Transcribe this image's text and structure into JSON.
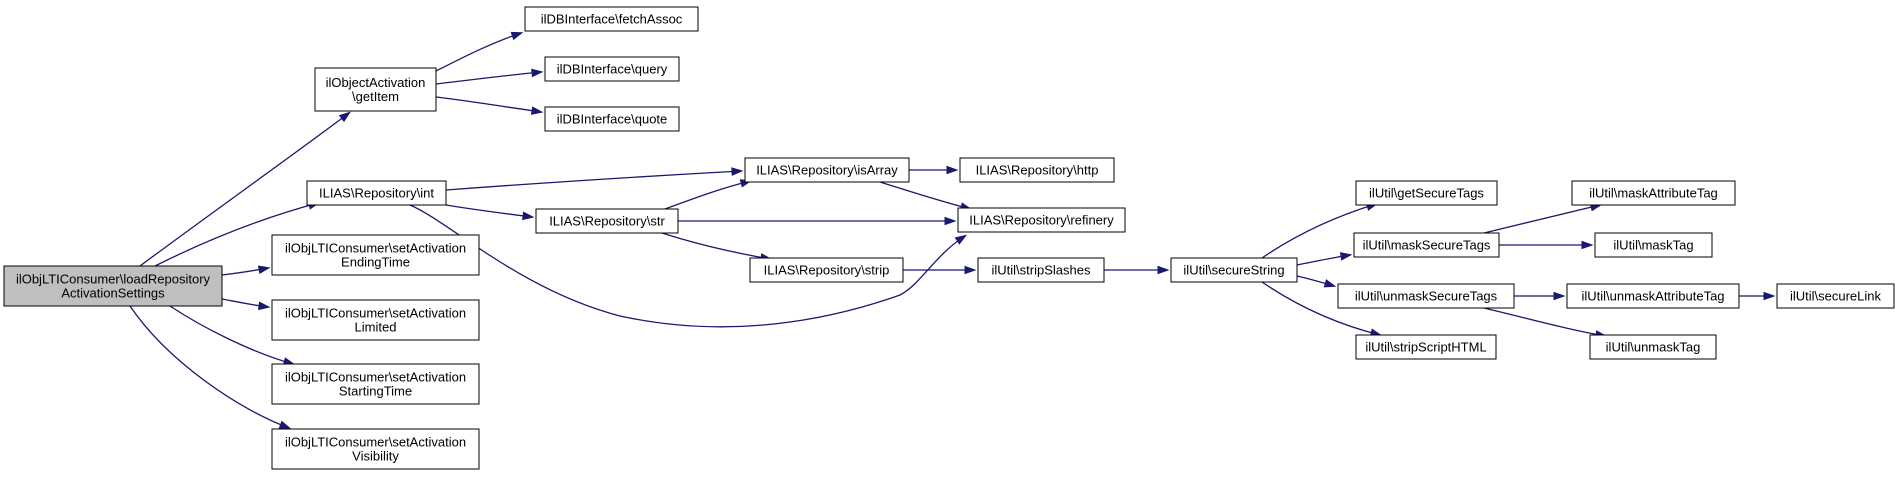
{
  "colors": {
    "edge": "#191970",
    "root_fill": "#bfbfbf",
    "node_fill": "#ffffff",
    "node_border": "#000000"
  },
  "nodes": [
    {
      "id": "root",
      "lines": [
        "ilObjLTIConsumer\\loadRepository",
        "ActivationSettings"
      ]
    },
    {
      "id": "getItem",
      "lines": [
        "ilObjectActivation",
        "\\getItem"
      ]
    },
    {
      "id": "fetchAssoc",
      "lines": [
        "ilDBInterface\\fetchAssoc"
      ]
    },
    {
      "id": "query",
      "lines": [
        "ilDBInterface\\query"
      ]
    },
    {
      "id": "quote",
      "lines": [
        "ilDBInterface\\quote"
      ]
    },
    {
      "id": "int",
      "lines": [
        "ILIAS\\Repository\\int"
      ]
    },
    {
      "id": "isArray",
      "lines": [
        "ILIAS\\Repository\\isArray"
      ]
    },
    {
      "id": "http",
      "lines": [
        "ILIAS\\Repository\\http"
      ]
    },
    {
      "id": "refinery",
      "lines": [
        "ILIAS\\Repository\\refinery"
      ]
    },
    {
      "id": "str",
      "lines": [
        "ILIAS\\Repository\\str"
      ]
    },
    {
      "id": "strip",
      "lines": [
        "ILIAS\\Repository\\strip"
      ]
    },
    {
      "id": "stripSlashes",
      "lines": [
        "ilUtil\\stripSlashes"
      ]
    },
    {
      "id": "secureString",
      "lines": [
        "ilUtil\\secureString"
      ]
    },
    {
      "id": "getSecureTags",
      "lines": [
        "ilUtil\\getSecureTags"
      ]
    },
    {
      "id": "maskSecureTags",
      "lines": [
        "ilUtil\\maskSecureTags"
      ]
    },
    {
      "id": "unmaskSecureTags",
      "lines": [
        "ilUtil\\unmaskSecureTags"
      ]
    },
    {
      "id": "stripScriptHTML",
      "lines": [
        "ilUtil\\stripScriptHTML"
      ]
    },
    {
      "id": "maskAttributeTag",
      "lines": [
        "ilUtil\\maskAttributeTag"
      ]
    },
    {
      "id": "maskTag",
      "lines": [
        "ilUtil\\maskTag"
      ]
    },
    {
      "id": "unmaskAttributeTag",
      "lines": [
        "ilUtil\\unmaskAttributeTag"
      ]
    },
    {
      "id": "unmaskTag",
      "lines": [
        "ilUtil\\unmaskTag"
      ]
    },
    {
      "id": "secureLink",
      "lines": [
        "ilUtil\\secureLink"
      ]
    },
    {
      "id": "setEnding",
      "lines": [
        "ilObjLTIConsumer\\setActivation",
        "EndingTime"
      ]
    },
    {
      "id": "setLimited",
      "lines": [
        "ilObjLTIConsumer\\setActivation",
        "Limited"
      ]
    },
    {
      "id": "setStarting",
      "lines": [
        "ilObjLTIConsumer\\setActivation",
        "StartingTime"
      ]
    },
    {
      "id": "setVisibility",
      "lines": [
        "ilObjLTIConsumer\\setActivation",
        "Visibility"
      ]
    }
  ],
  "edges": [
    {
      "from": "root",
      "to": "getItem"
    },
    {
      "from": "root",
      "to": "int"
    },
    {
      "from": "root",
      "to": "setEnding"
    },
    {
      "from": "root",
      "to": "setLimited"
    },
    {
      "from": "root",
      "to": "setStarting"
    },
    {
      "from": "root",
      "to": "setVisibility"
    },
    {
      "from": "getItem",
      "to": "fetchAssoc"
    },
    {
      "from": "getItem",
      "to": "query"
    },
    {
      "from": "getItem",
      "to": "quote"
    },
    {
      "from": "int",
      "to": "isArray"
    },
    {
      "from": "int",
      "to": "str"
    },
    {
      "from": "int",
      "to": "refinery"
    },
    {
      "from": "isArray",
      "to": "http"
    },
    {
      "from": "isArray",
      "to": "refinery"
    },
    {
      "from": "str",
      "to": "isArray"
    },
    {
      "from": "str",
      "to": "refinery"
    },
    {
      "from": "str",
      "to": "strip"
    },
    {
      "from": "strip",
      "to": "stripSlashes"
    },
    {
      "from": "stripSlashes",
      "to": "secureString"
    },
    {
      "from": "secureString",
      "to": "getSecureTags"
    },
    {
      "from": "secureString",
      "to": "maskSecureTags"
    },
    {
      "from": "secureString",
      "to": "unmaskSecureTags"
    },
    {
      "from": "secureString",
      "to": "stripScriptHTML"
    },
    {
      "from": "maskSecureTags",
      "to": "maskAttributeTag"
    },
    {
      "from": "maskSecureTags",
      "to": "maskTag"
    },
    {
      "from": "unmaskSecureTags",
      "to": "unmaskAttributeTag"
    },
    {
      "from": "unmaskSecureTags",
      "to": "unmaskTag"
    },
    {
      "from": "unmaskAttributeTag",
      "to": "secureLink"
    }
  ]
}
